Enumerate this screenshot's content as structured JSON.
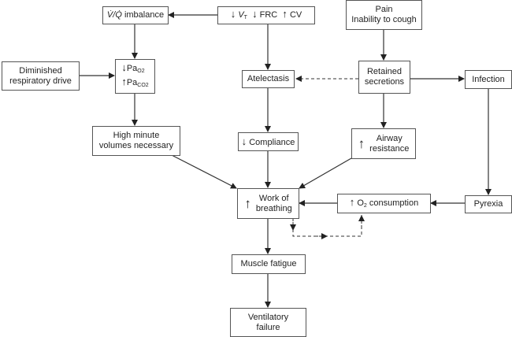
{
  "nodes": {
    "vq": {
      "symbol": "V̇/Q̇",
      "text": "imbalance"
    },
    "lung_volumes": {
      "a1": "↓",
      "vt": "V",
      "vt_sub": "T",
      "a2": "↓",
      "frc": "FRC",
      "a3": "↑",
      "cv": "CV"
    },
    "pain": {
      "line1": "Pain",
      "line2": "Inability to cough"
    },
    "diminished": {
      "line1": "Diminished",
      "line2": "respiratory drive"
    },
    "gases": {
      "a1": "↓",
      "pao2": "Pa",
      "pao2_sub1": "O",
      "pao2_sub2": "2",
      "a2": "↑",
      "paco2": "Pa",
      "paco2_sub1": "CO",
      "paco2_sub2": "2"
    },
    "atelectasis": {
      "text": "Atelectasis"
    },
    "retained": {
      "line1": "Retained",
      "line2": "secretions"
    },
    "infection": {
      "text": "Infection"
    },
    "minute": {
      "line1": "High minute",
      "line2": "volumes necessary"
    },
    "compliance": {
      "arrow": "↓",
      "text": "Compliance"
    },
    "airway": {
      "arrow": "↑",
      "line1": "Airway",
      "line2": "resistance"
    },
    "wob": {
      "arrow": "↑",
      "line1": "Work of",
      "line2": "breathing"
    },
    "o2": {
      "arrow": "↑",
      "pre": "O",
      "sub": "2",
      "text": "consumption"
    },
    "pyrexia": {
      "text": "Pyrexia"
    },
    "fatigue": {
      "text": "Muscle fatigue"
    },
    "failure": {
      "line1": "Ventilatory",
      "line2": "failure"
    }
  },
  "colors": {
    "line": "#333333",
    "border": "#555555"
  }
}
